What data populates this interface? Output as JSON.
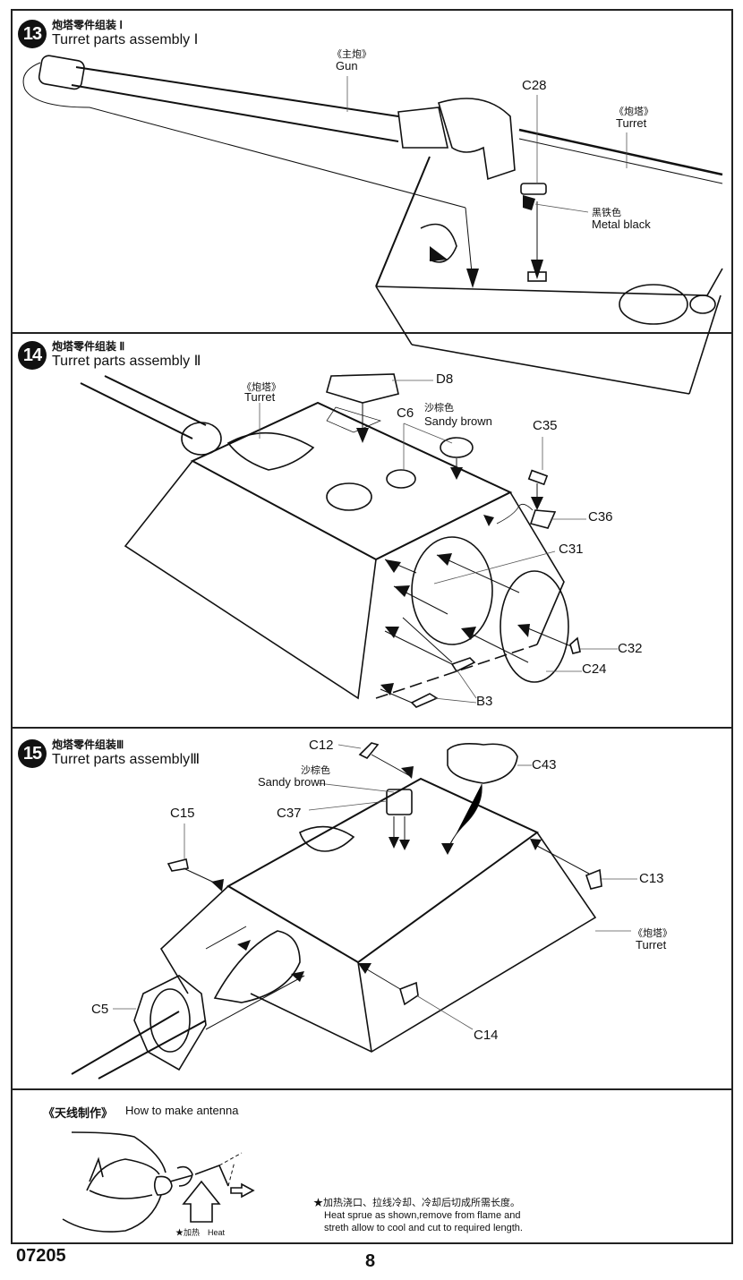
{
  "steps": [
    {
      "number": "13",
      "title_cn": "炮塔零件组装 Ⅰ",
      "title_en": "Turret parts assembly Ⅰ",
      "labels": {
        "gun_cn": "《主炮》",
        "gun_en": "Gun",
        "turret_cn": "《炮塔》",
        "turret_en": "Turret",
        "part_c28": "C28",
        "color_cn": "黑铁色",
        "color_en": "Metal black"
      }
    },
    {
      "number": "14",
      "title_cn": "炮塔零件组装 Ⅱ",
      "title_en": "Turret parts assembly Ⅱ",
      "labels": {
        "turret_cn": "《炮塔》",
        "turret_en": "Turret",
        "part_d8": "D8",
        "part_c6": "C6",
        "color_cn": "沙棕色",
        "color_en": "Sandy brown",
        "part_c35": "C35",
        "part_c36": "C36",
        "part_c31": "C31",
        "part_c32": "C32",
        "part_c24": "C24",
        "part_b3": "B3"
      }
    },
    {
      "number": "15",
      "title_cn": "炮塔零件组装Ⅲ",
      "title_en": "Turret parts assemblyⅢ",
      "labels": {
        "part_c12": "C12",
        "part_c43": "C43",
        "color_cn": "沙棕色",
        "color_en": "Sandy brown",
        "part_c37": "C37",
        "part_c15": "C15",
        "part_c13": "C13",
        "turret_cn": "《炮塔》",
        "turret_en": "Turret",
        "part_c5": "C5",
        "part_c14": "C14"
      }
    }
  ],
  "antenna": {
    "title_cn": "《天线制作》",
    "title_en": "How to make antenna",
    "heat_label": "★加热　Heat",
    "note_cn": "★加热浇口、拉线冷却、冷却后切成所需长度。",
    "note_en_line1": "Heat sprue as shown,remove from flame and",
    "note_en_line2": "streth allow to cool and cut to required length."
  },
  "footer": {
    "product_code": "07205",
    "page_number": "8"
  }
}
